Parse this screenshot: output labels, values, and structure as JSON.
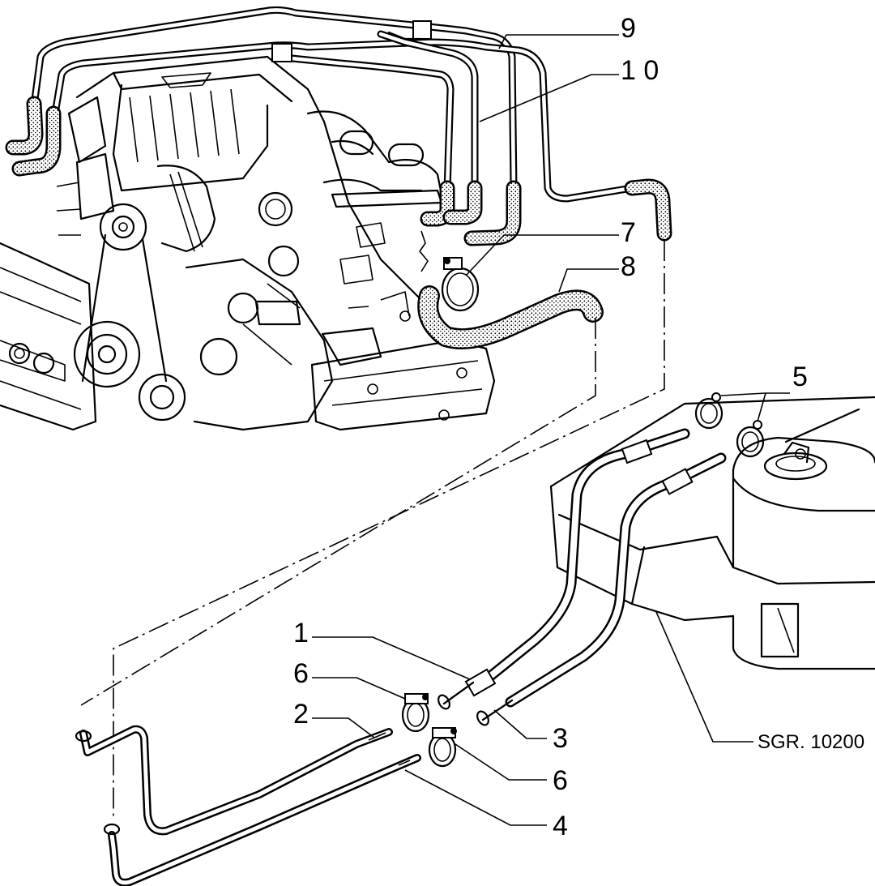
{
  "diagram": {
    "reference_code": "SGR. 10200",
    "callouts": [
      {
        "id": "1",
        "text": "1"
      },
      {
        "id": "2",
        "text": "2"
      },
      {
        "id": "3",
        "text": "3"
      },
      {
        "id": "4",
        "text": "4"
      },
      {
        "id": "5",
        "text": "5"
      },
      {
        "id": "6a",
        "text": "6"
      },
      {
        "id": "6b",
        "text": "6"
      },
      {
        "id": "7",
        "text": "7"
      },
      {
        "id": "8",
        "text": "8"
      },
      {
        "id": "9",
        "text": "9"
      },
      {
        "id": "10",
        "text": "1 0"
      }
    ]
  }
}
